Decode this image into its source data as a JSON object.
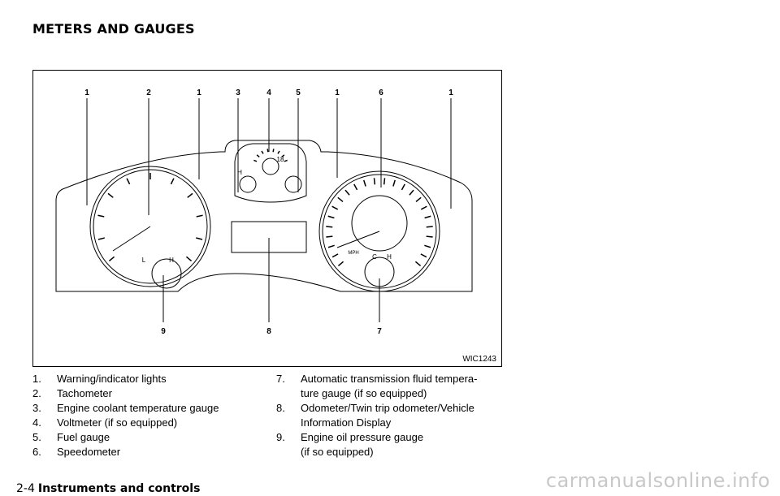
{
  "header": {
    "title": "METERS AND GAUGES"
  },
  "figure": {
    "code": "WIC1243",
    "callouts_top": [
      "1",
      "2",
      "1",
      "3",
      "4",
      "5",
      "1",
      "6",
      "1"
    ],
    "callouts_bottom": [
      "9",
      "8",
      "7"
    ],
    "dial_labels": {
      "temp_hot": "H",
      "volt_18": "18",
      "oil_low": "L",
      "oil_high": "H",
      "trans_cold": "C",
      "trans_hot": "H",
      "speed_unit": "MPH"
    }
  },
  "legend": {
    "left": [
      {
        "num": "1.",
        "text": "Warning/indicator lights"
      },
      {
        "num": "2.",
        "text": "Tachometer"
      },
      {
        "num": "3.",
        "text": "Engine coolant temperature gauge"
      },
      {
        "num": "4.",
        "text": "Voltmeter (if so equipped)"
      },
      {
        "num": "5.",
        "text": "Fuel gauge"
      },
      {
        "num": "6.",
        "text": "Speedometer"
      }
    ],
    "right": [
      {
        "num": "7.",
        "line1": "Automatic transmission fluid tempera-",
        "line2": "ture gauge (if so equipped)"
      },
      {
        "num": "8.",
        "line1": "Odometer/Twin trip odometer/Vehicle",
        "line2": "Information Display"
      },
      {
        "num": "9.",
        "line1": "Engine oil pressure gauge",
        "line2": "(if so equipped)"
      }
    ]
  },
  "footer": {
    "page": "2-4",
    "section": "Instruments and controls"
  },
  "watermark": "carmanualsonline.info"
}
